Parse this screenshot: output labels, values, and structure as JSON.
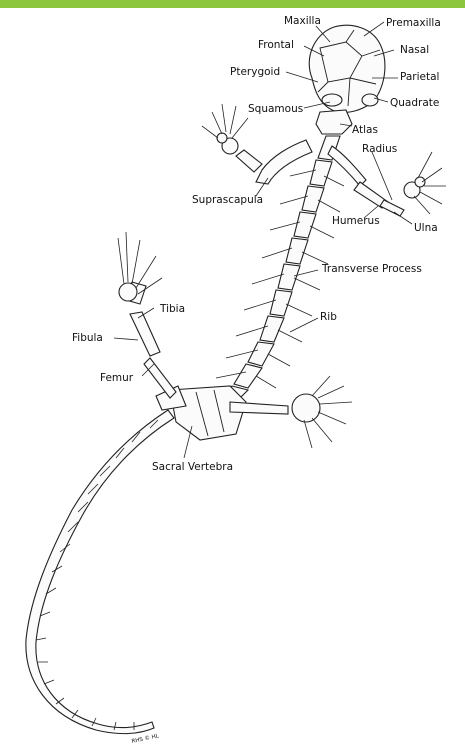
{
  "colors": {
    "top_bar": "#8cc63f",
    "ink": "#222222",
    "bone_fill": "#fbfbfb",
    "background": "#ffffff"
  },
  "labels": {
    "maxilla": "Maxilla",
    "premaxilla": "Premaxilla",
    "frontal": "Frontal",
    "nasal": "Nasal",
    "pterygoid": "Pterygoid",
    "parietal": "Parietal",
    "quadrate": "Quadrate",
    "squamous": "Squamous",
    "atlas": "Atlas",
    "radius": "Radius",
    "suprascapula": "Suprascapula",
    "humerus": "Humerus",
    "ulna": "Ulna",
    "transverse_process": "Transverse Process",
    "tibia": "Tibia",
    "rib": "Rib",
    "fibula": "Fibula",
    "femur": "Femur",
    "sacral_vertebra": "Sacral Vertebra"
  },
  "signature": "RHS © HL"
}
